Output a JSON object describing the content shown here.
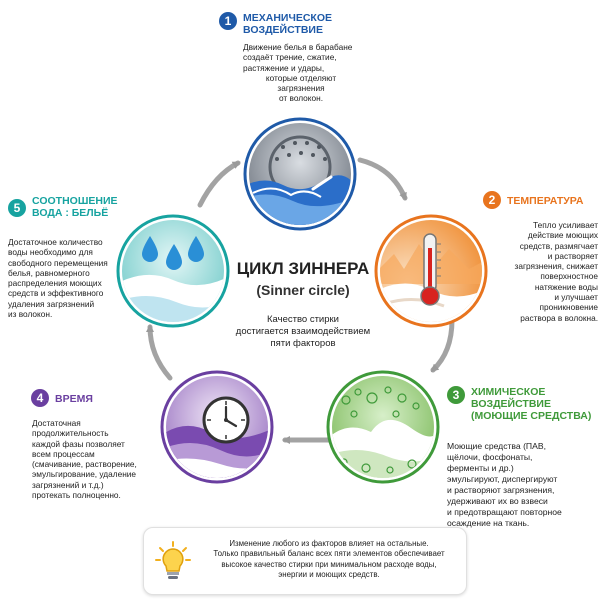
{
  "center": {
    "title": "ЦИКЛ ЗИННЕРА",
    "subtitle": "(Sinner circle)",
    "text_lines": [
      "Качество стирки",
      "достигается взаимодействием",
      "пяти факторов"
    ]
  },
  "factors": [
    {
      "number": "1",
      "title_lines": [
        "МЕХАНИЧЕСКОЕ",
        "ВОЗДЕЙСТВИЕ"
      ],
      "color": "#1f5aa8",
      "text_lines": [
        "Движение белья в барабане",
        "создаёт трение, сжатие,",
        "растяжение и удары,",
        "которые отделяют",
        "загрязнения",
        "от волокон."
      ],
      "icon": "washing-drum-icon"
    },
    {
      "number": "2",
      "title_lines": [
        "ТЕМПЕРАТУРА"
      ],
      "color": "#e8741e",
      "text_lines": [
        "Тепло усиливает",
        "действие моющих",
        "средств, размягчает",
        "и растворяет",
        "загрязнения, снижает",
        "поверхностное",
        "натяжение воды",
        "и улучшает",
        "проникновение",
        "раствора в волокна."
      ],
      "icon": "thermometer-icon"
    },
    {
      "number": "3",
      "title_lines": [
        "ХИМИЧЕСКОЕ",
        "ВОЗДЕЙСТВИЕ",
        "(МОЮЩИЕ СРЕДСТВА)"
      ],
      "color": "#3f9a3a",
      "text_lines": [
        "Моющие средства (ПАВ,",
        "щёлочи, фосфонаты,",
        "ферменты и др.)",
        "эмульгируют, диспергируют",
        "и растворяют загрязнения,",
        "удерживают их во взвеси",
        "и предотвращают повторное",
        "осаждение на ткань."
      ],
      "icon": "foam-bubbles-icon"
    },
    {
      "number": "4",
      "title_lines": [
        "ВРЕМЯ"
      ],
      "color": "#6a3fa0",
      "text_lines": [
        "Достаточная",
        "продолжительность",
        "каждой фазы позволяет",
        "всем процессам",
        "(смачивание, растворение,",
        "эмульгирование, удаление",
        "загрязнений и т.д.)",
        "протекать полноценно."
      ],
      "icon": "clock-icon"
    },
    {
      "number": "5",
      "title_lines": [
        "СООТНОШЕНИЕ",
        "ВОДА : БЕЛЬЁ"
      ],
      "color": "#17a3a0",
      "text_lines": [
        "Достаточное количество",
        "воды необходимо для",
        "свободного перемещения",
        "белья, равномерного",
        "распределения моющих",
        "средств и эффективного",
        "удаления загрязнений",
        "из волокон."
      ],
      "icon": "water-drops-icon"
    }
  ],
  "note": {
    "text_lines": [
      "Изменение любого из факторов влияет на остальные.",
      "Только правильный баланс всех пяти элементов обеспечивает",
      "высокое качество стирки при минимальном расходе воды,",
      "энергии и моющих средств."
    ],
    "icon": "lightbulb-icon"
  }
}
